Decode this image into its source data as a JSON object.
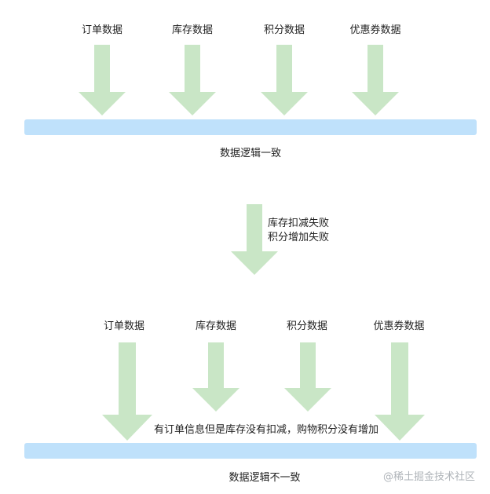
{
  "top": {
    "labels": [
      "订单数据",
      "库存数据",
      "积分数据",
      "优惠券数据"
    ],
    "caption": "数据逻辑一致"
  },
  "middle": {
    "line1": "库存扣减失败",
    "line2": "积分增加失败"
  },
  "bottom": {
    "labels": [
      "订单数据",
      "库存数据",
      "积分数据",
      "优惠券数据"
    ],
    "note": "有订单信息但是库存没有扣减，购物积分没有增加",
    "caption": "数据逻辑不一致"
  },
  "watermark": "@稀土掘金技术社区",
  "colors": {
    "arrow": "#c9e6c6",
    "bar": "#bfe1fb"
  }
}
